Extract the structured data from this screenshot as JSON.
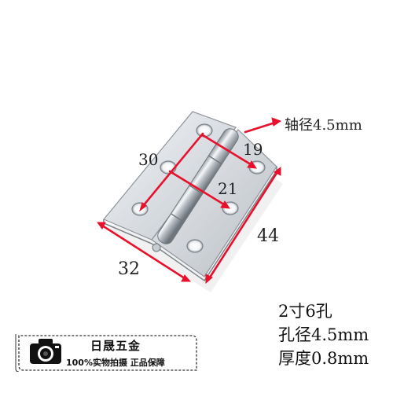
{
  "product": {
    "dimensions": {
      "hole_spacing_vertical": "30",
      "hole_spacing_top": "19",
      "hole_spacing_middle": "21",
      "length": "44",
      "width": "32"
    },
    "axle_label": "轴径4.5mm",
    "specs": [
      "2寸6孔",
      "孔径4.5mm",
      "厚度0.8mm"
    ]
  },
  "badge": {
    "brand": "日晟五金",
    "tagline": "100%实物拍摄  正品保障",
    "icon": "camera-icon"
  },
  "colors": {
    "arrow": "#e8102a",
    "background": "#ffffff",
    "metal_light": "#eceff2",
    "metal_mid": "#c9ced3",
    "metal_dark": "#8c939a"
  }
}
